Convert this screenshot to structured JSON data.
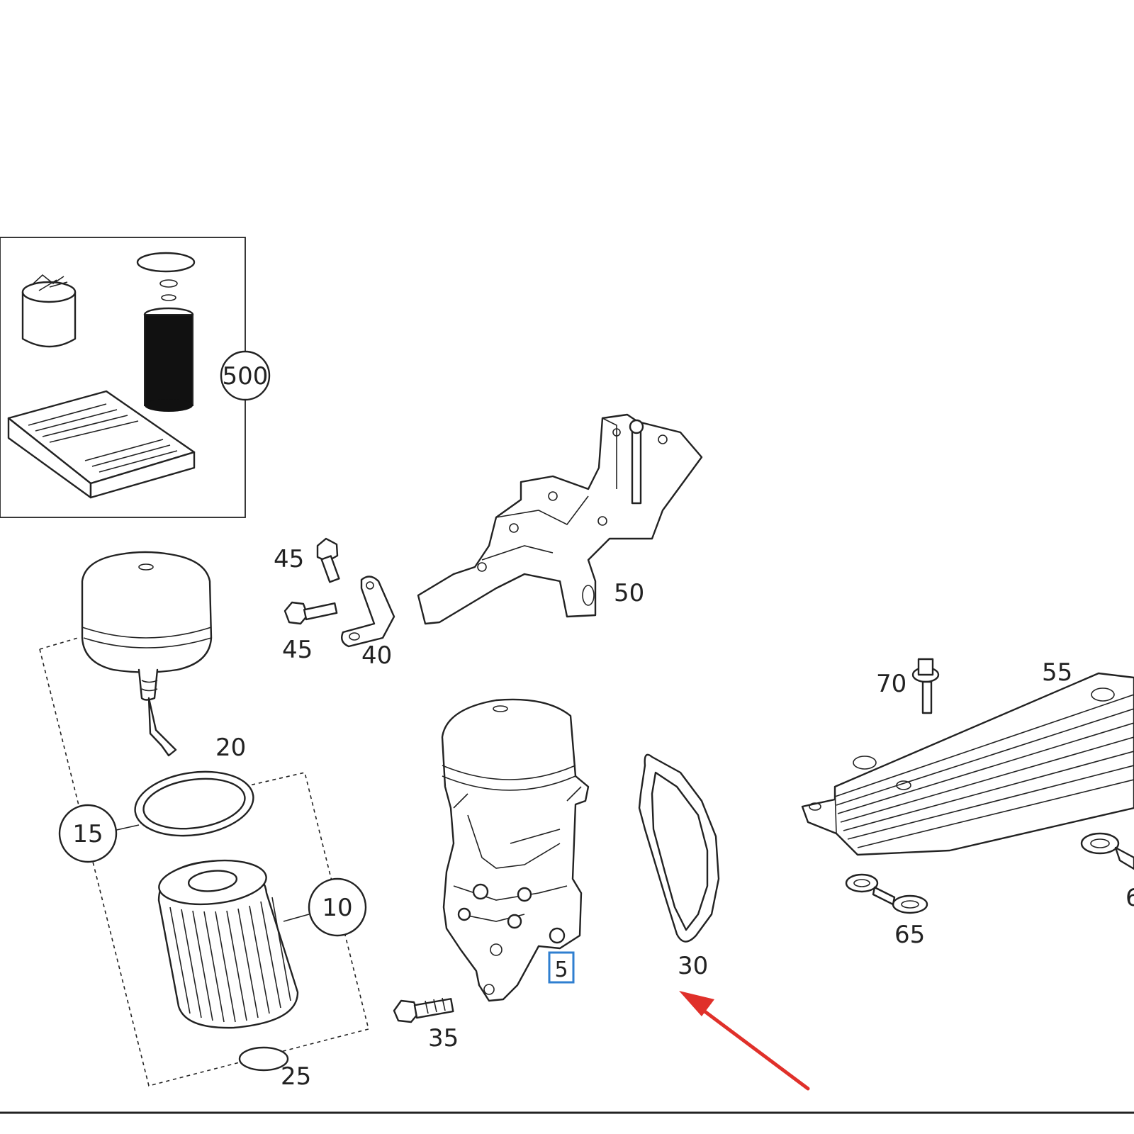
{
  "callouts": {
    "c500": "500",
    "c45a": "45",
    "c45b": "45",
    "c40": "40",
    "c50": "50",
    "c55": "55",
    "c70": "70",
    "c20": "20",
    "c15": "15",
    "c10": "10",
    "c25": "25",
    "c35": "35",
    "c5": "5",
    "c30": "30",
    "c65": "65",
    "c6cut": "6"
  },
  "colors": {
    "line": "#222222",
    "highlight_box": "#2f7fd0",
    "arrow": "#e0302a"
  }
}
